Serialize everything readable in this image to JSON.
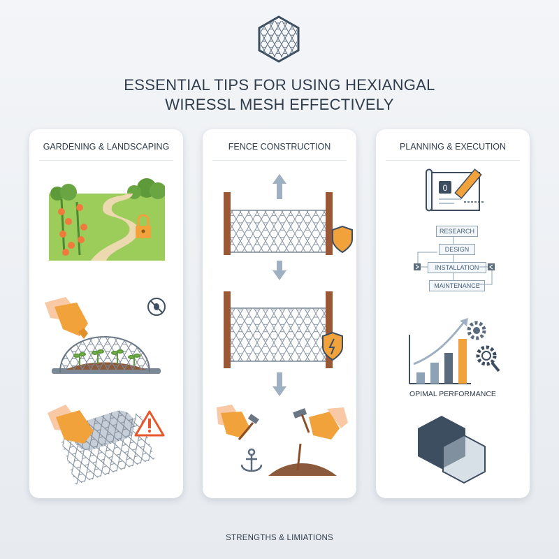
{
  "title": {
    "line1": "ESSENTIAL TIPS FOR USING HEXIANGAL",
    "line2": "WIRESSL MESH EFFECTIVELY"
  },
  "panels": {
    "gardening": {
      "heading": "GARDENING & LANDSCAPING"
    },
    "fence": {
      "heading": "FENCE CONSTRUCTION"
    },
    "planning": {
      "heading": "PLANNING & EXECUTION",
      "flow": [
        "RESEARCH",
        "DESIGN",
        "INSTALLATION",
        "MAINTENANCE"
      ],
      "chart_caption": "OPIMAL PERFORMANCE"
    }
  },
  "footer": "STRENGTHS & LIMIATIONS",
  "colors": {
    "accent_orange": "#f2a23a",
    "navy": "#3d4e60",
    "wood": "#9a5836",
    "leaf_green": "#7bb24a"
  }
}
